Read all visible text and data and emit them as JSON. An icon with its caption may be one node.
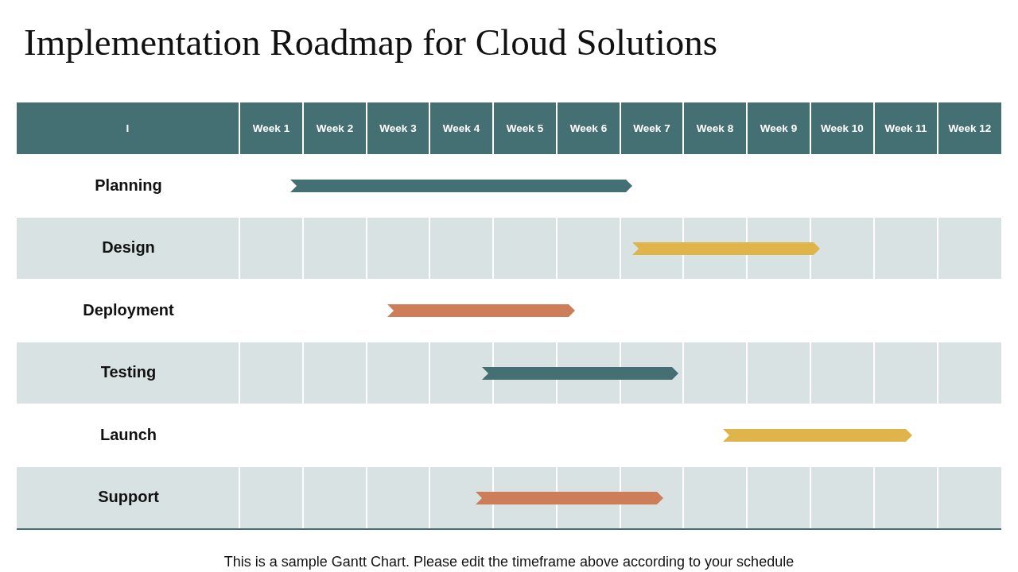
{
  "diagram": {
    "title": "Implementation Roadmap for Cloud Solutions",
    "caption": "This is a sample Gantt Chart. Please edit the timeframe above according to your schedule",
    "nodes": [
      {
        "text": [],
        "shape": "bar"
      },
      {
        "text": [],
        "shape": "bar"
      },
      {
        "text": [],
        "shape": "bar"
      },
      {
        "text": [],
        "shape": "bar"
      },
      {
        "text": [],
        "shape": "bar"
      },
      {
        "text": [],
        "shape": "bar"
      }
    ],
    "labels": [
      "I",
      "Week 1",
      "Week 2",
      "Week 3",
      "Week 4",
      "Week 5",
      "Week 6",
      "Week 7",
      "Week 8",
      "Week 9",
      "Week 10",
      "Week 11",
      "Week 12",
      "Planning",
      "Design",
      "Deployment",
      "Testing",
      "Launch",
      "Support"
    ]
  }
}
